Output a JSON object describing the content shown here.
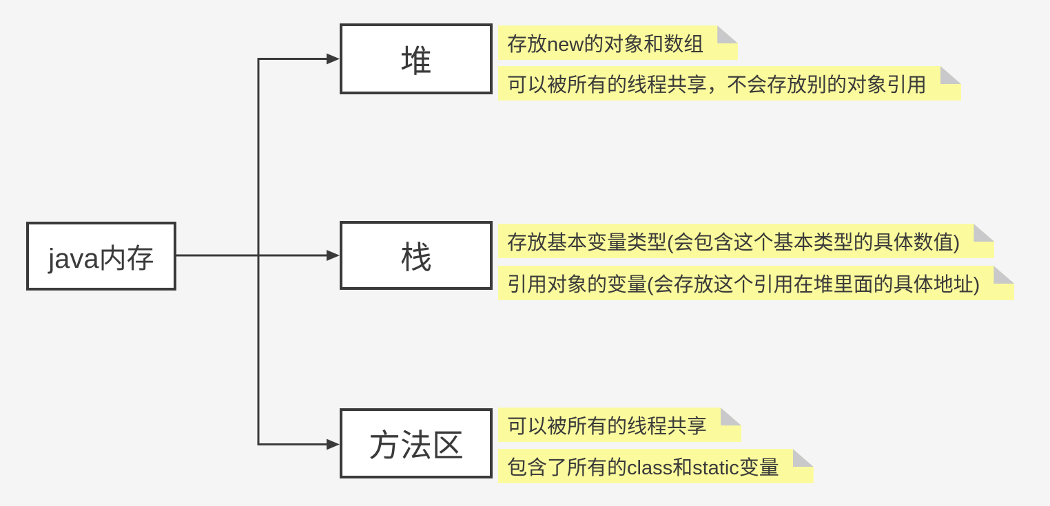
{
  "diagram": {
    "type": "mindmap",
    "root": {
      "label": "java内存"
    },
    "branches": [
      {
        "label": "堆",
        "notes": [
          "存放new的对象和数组",
          "可以被所有的线程共享，不会存放别的对象引用"
        ]
      },
      {
        "label": "栈",
        "notes": [
          "存放基本变量类型(会包含这个基本类型的具体数值)",
          "引用对象的变量(会存放这个引用在堆里面的具体地址)"
        ]
      },
      {
        "label": "方法区",
        "notes": [
          "可以被所有的线程共享",
          "包含了所有的class和static变量"
        ]
      }
    ],
    "colors": {
      "background": "#F5F5F6",
      "node_background": "#FFFFFF",
      "node_border": "#3A3A3A",
      "connector": "#3A3A3A",
      "note_background": "#FBFB9E",
      "note_fold": "#C9C9CB",
      "text": "#3A3A3A"
    }
  }
}
